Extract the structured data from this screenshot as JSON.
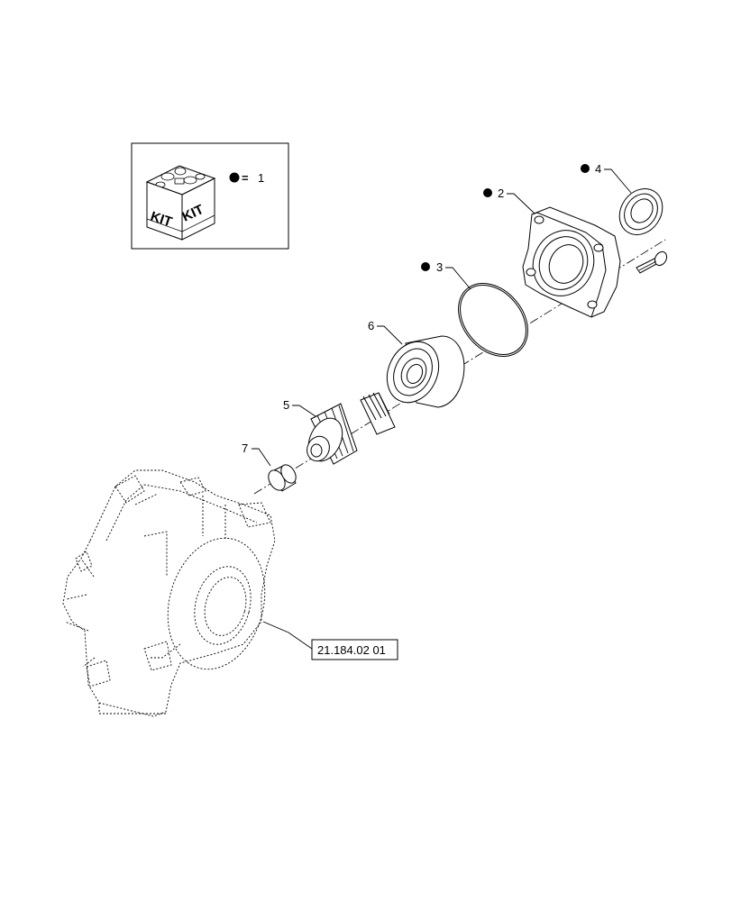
{
  "kit": {
    "box_label_left": "KIT",
    "box_label_right": "KIT",
    "legend_equals": "=",
    "legend_number": "1"
  },
  "callouts": {
    "c2": "2",
    "c3": "3",
    "c4": "4",
    "c5": "5",
    "c6": "6",
    "c7": "7"
  },
  "reference": {
    "label": "21.184.02 01"
  }
}
